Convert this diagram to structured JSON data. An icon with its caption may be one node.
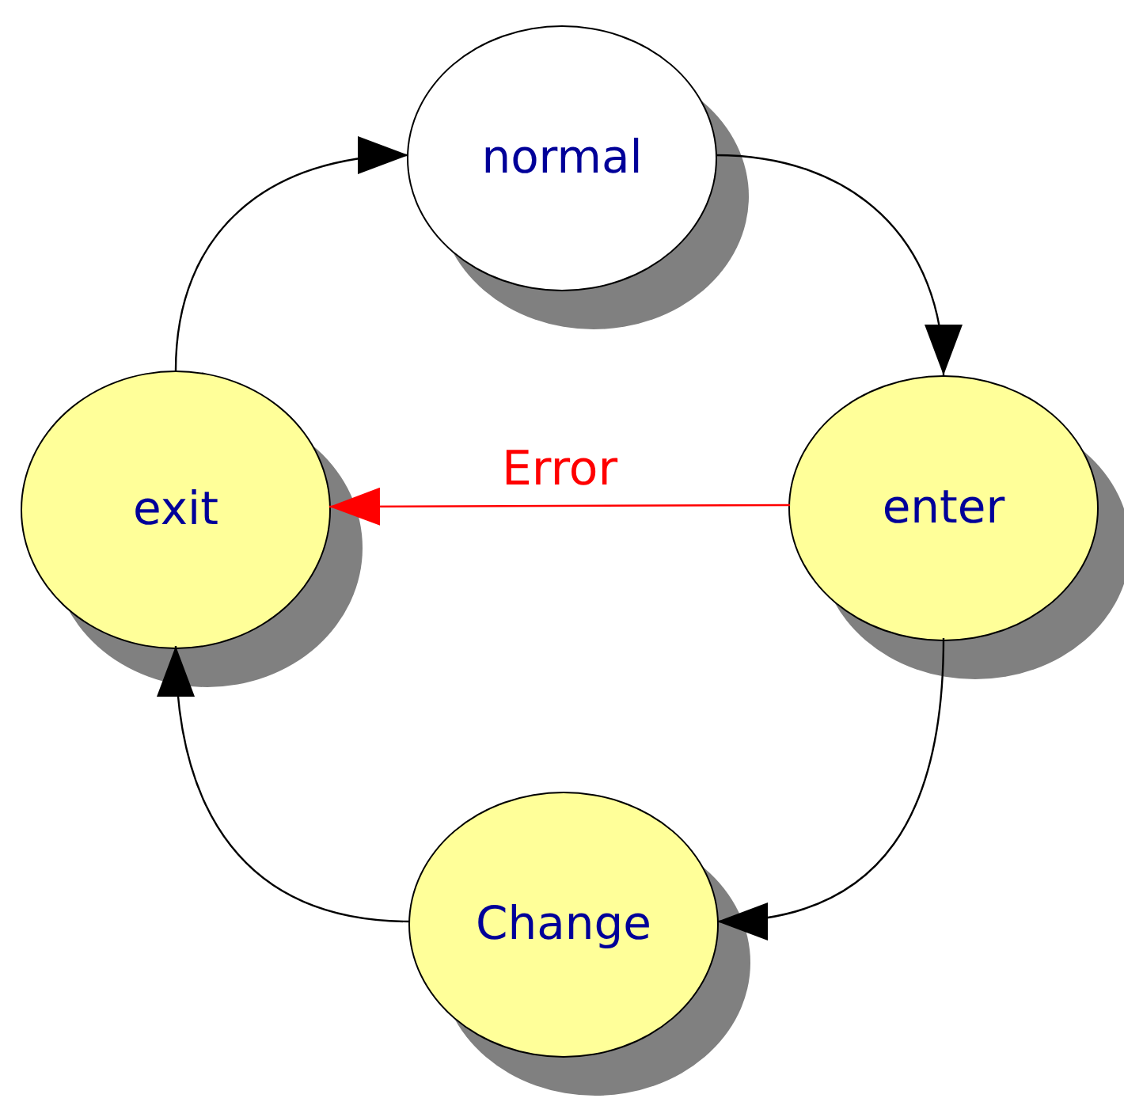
{
  "diagram": {
    "nodes": [
      {
        "text": [
          "normal"
        ]
      },
      {
        "text": [
          "enter"
        ]
      },
      {
        "text": [
          "Change"
        ]
      },
      {
        "text": [
          "exit"
        ]
      }
    ],
    "edges": [
      {
        "from": 0,
        "to": 1,
        "arrow": "to"
      },
      {
        "from": 1,
        "to": 2,
        "arrow": "to"
      },
      {
        "from": 2,
        "to": 3,
        "arrow": "to"
      },
      {
        "from": 3,
        "to": 0,
        "arrow": "to"
      },
      {
        "from": 1,
        "to": 3,
        "arrow": "to",
        "label": "Error",
        "color": "#ff0000"
      }
    ]
  }
}
